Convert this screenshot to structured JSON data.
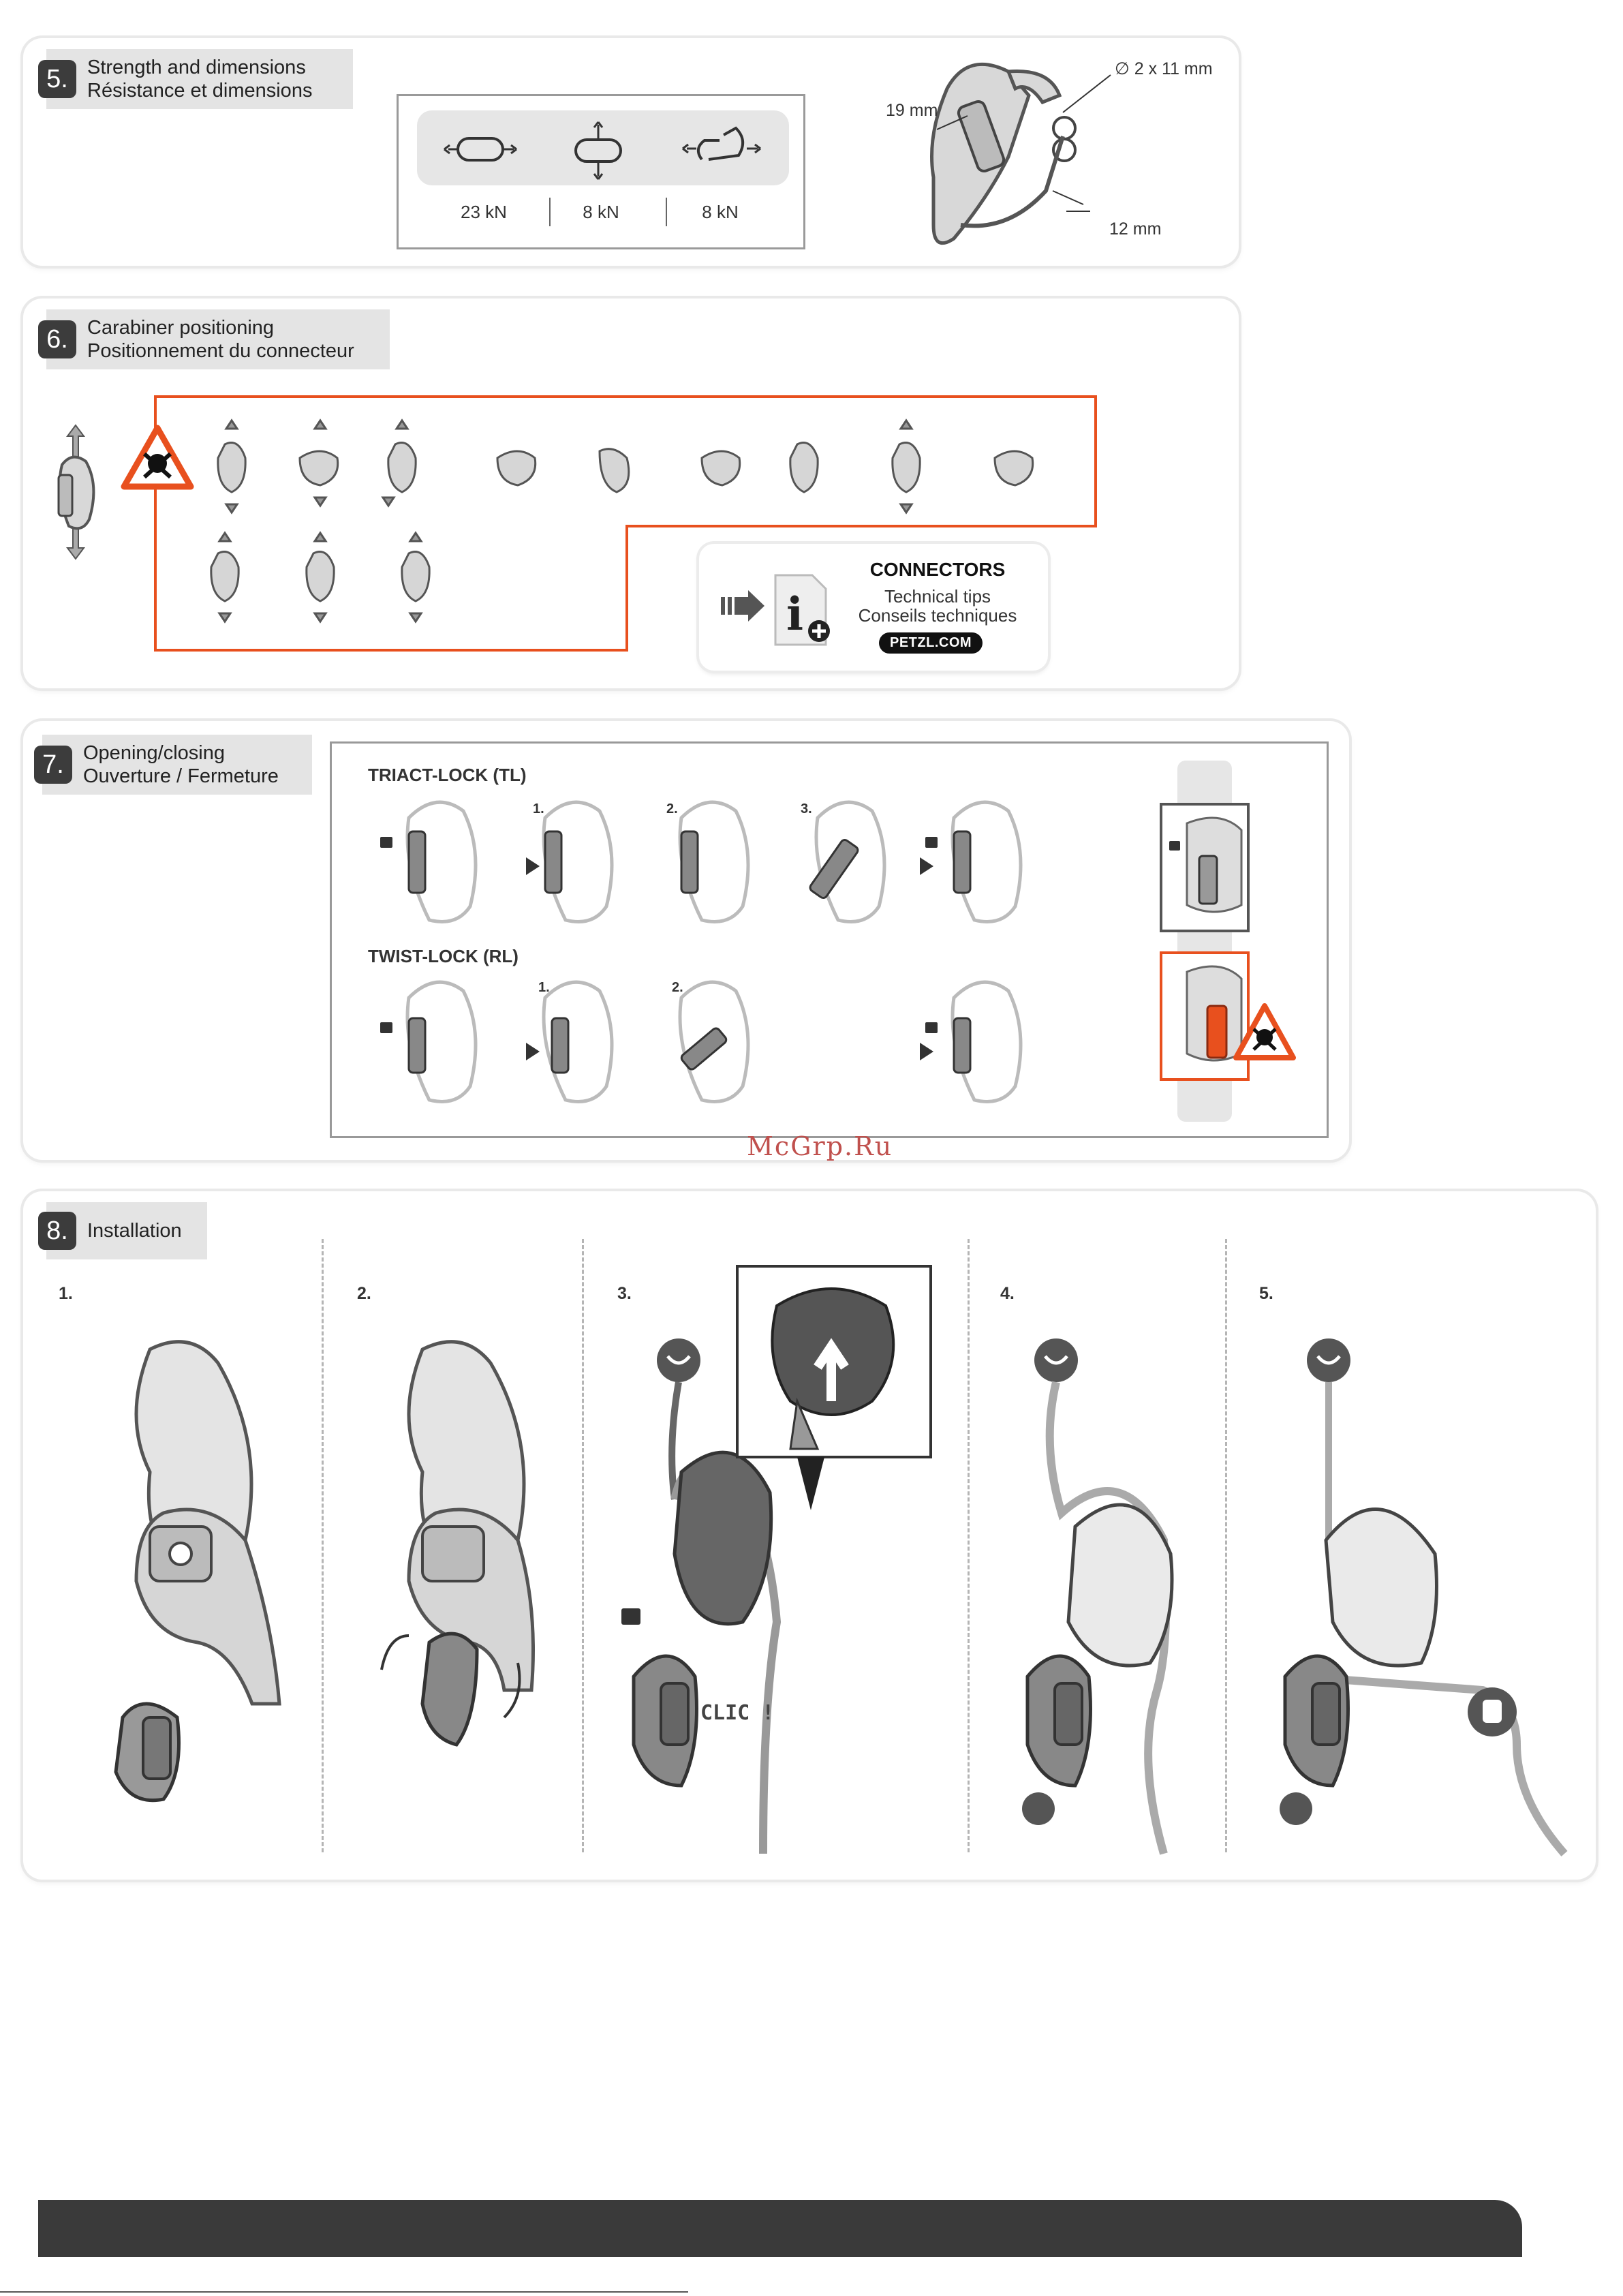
{
  "section5": {
    "number": "5.",
    "title_en": "Strength and dimensions",
    "title_fr": "Résistance et dimensions",
    "strengths": [
      "23 kN",
      "8 kN",
      "8 kN"
    ],
    "dimensions": {
      "gate_opening": "19 mm",
      "holes": "∅ 2 x 11 mm",
      "bar": "12 mm"
    }
  },
  "section6": {
    "number": "6.",
    "title_en": "Carabiner positioning",
    "title_fr": "Positionnement du connecteur",
    "connectors": {
      "title": "CONNECTORS",
      "line1": "Technical tips",
      "line2": "Conseils techniques",
      "link": "PETZL.COM"
    }
  },
  "section7": {
    "number": "7.",
    "title_en": "Opening/closing",
    "title_fr": "Ouverture / Fermeture",
    "triact_label": "TRIACT-LOCK (TL)",
    "twist_label": "TWIST-LOCK (RL)",
    "triact_steps": [
      "1.",
      "2.",
      "3."
    ],
    "twist_steps": [
      "1.",
      "2."
    ]
  },
  "watermark": "McGrp.Ru",
  "section8": {
    "number": "8.",
    "title": "Installation",
    "steps": [
      "1.",
      "2.",
      "3.",
      "4.",
      "5."
    ],
    "clic": "CLIC !"
  },
  "colors": {
    "danger": "#e8501e",
    "dark": "#3a3a3a",
    "tag_bg": "#e4e4e4"
  }
}
